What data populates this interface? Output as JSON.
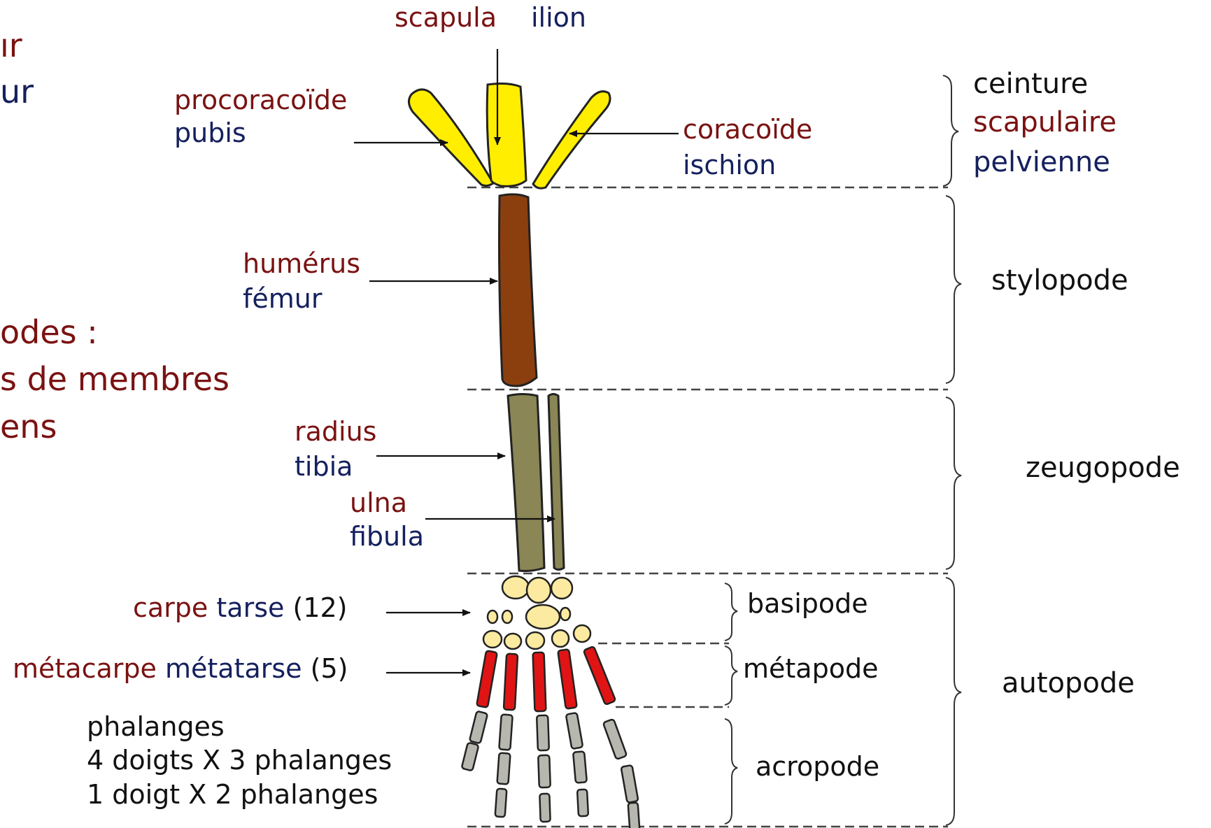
{
  "colors": {
    "red_label": "#7a1212",
    "blue_label": "#15205e",
    "girdle_bone": "#ffee00",
    "stylopod_bone": "#8b3f0f",
    "zeugopod_bone": "#8a8655",
    "basipod_bone": "#fbeaa0",
    "metapod_bone": "#e01414",
    "acropod_bone": "#b7b7b0"
  },
  "partial_text": {
    "line1": "ır",
    "line2": "ur",
    "line3": "odes :",
    "line4": "s de membres",
    "line5": "ens"
  },
  "top_labels": {
    "scapula": "scapula",
    "ilion": "ilion"
  },
  "labels": {
    "procoracoide": "procoracoïde",
    "pubis": "pubis",
    "coracoide": "coracoïde",
    "ischion": "ischion",
    "humerus": "humérus",
    "femur": "fémur",
    "radius": "radius",
    "tibia": "tibia",
    "ulna": "ulna",
    "fibula": "fibula",
    "carpe": "carpe",
    "tarse": "tarse",
    "carpe_count": "(12)",
    "metacarpe": "métacarpe",
    "metatarse": "métatarse",
    "metacarpe_count": "(5)",
    "phalanges_title": "phalanges",
    "phalanges_line1": "4 doigts X 3 phalanges",
    "phalanges_line2": "1 doigt X 2 phalanges"
  },
  "regions": {
    "ceinture": "ceinture",
    "scapulaire": "scapulaire",
    "pelvienne": "pelvienne",
    "stylopode": "stylopode",
    "zeugopode": "zeugopode",
    "autopode": "autopode",
    "basipode": "basipode",
    "metapode": "métapode",
    "acropode": "acropode"
  }
}
